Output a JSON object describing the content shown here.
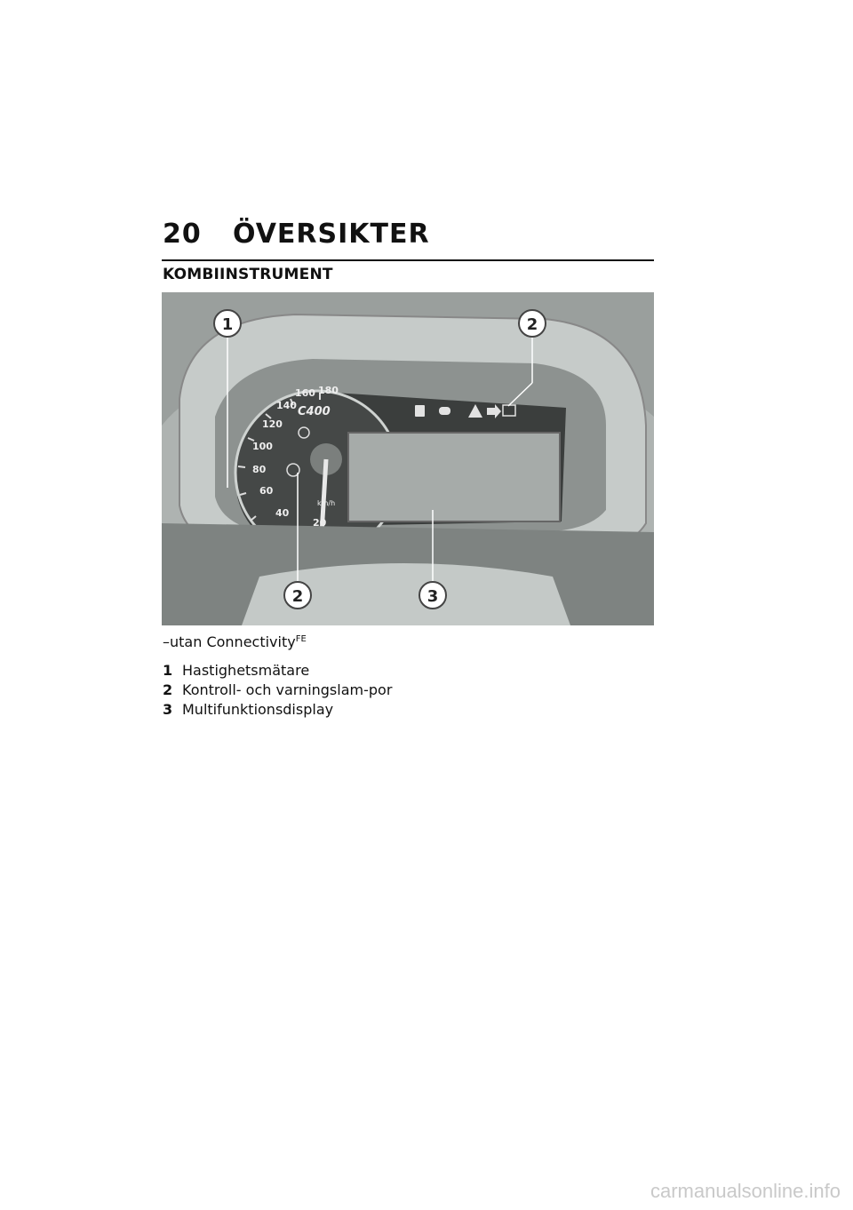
{
  "header": {
    "page_number": "20",
    "chapter_title": "ÖVERSIKTER"
  },
  "section": {
    "title": "KOMBIINSTRUMENT"
  },
  "figure": {
    "callouts": [
      "1",
      "2",
      "2",
      "3"
    ],
    "logo_text": "C400",
    "speed_ticks": [
      "20",
      "40",
      "60",
      "80",
      "100",
      "120",
      "140",
      "160",
      "180"
    ],
    "unit": "km/h",
    "warning_icons": [
      "fuel-icon",
      "high-beam-icon",
      "warning-triangle-icon",
      "arrow-right-icon",
      "heated-grip-icon"
    ]
  },
  "caption": {
    "text": "–utan Connectivity",
    "superscript": "FE"
  },
  "legend": [
    {
      "number": "1",
      "text": "Hastighetsmätare"
    },
    {
      "number": "2",
      "text": "Kontroll- och varningslam-por"
    },
    {
      "number": "3",
      "text": "Multifunktionsdisplay"
    }
  ],
  "watermark": "carmanualsonline.info"
}
